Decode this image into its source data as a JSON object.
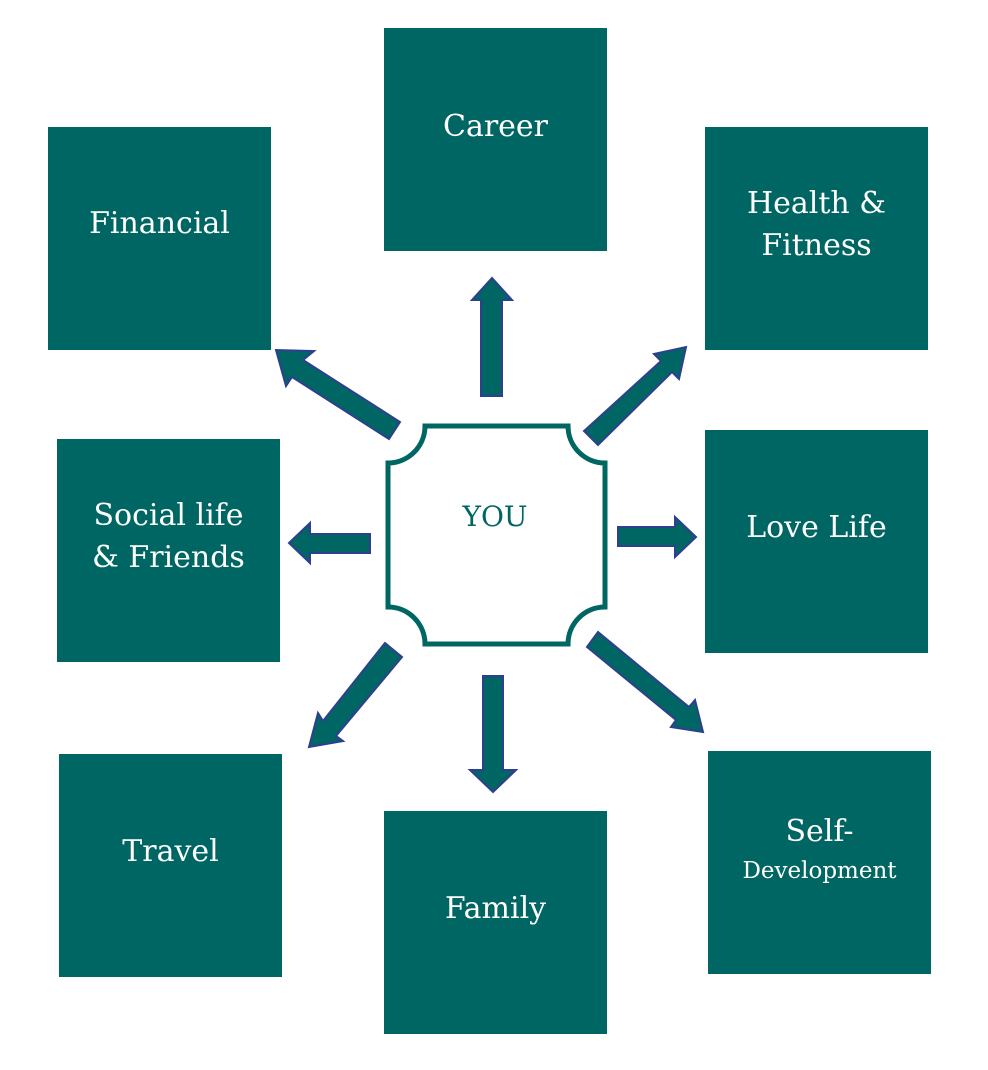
{
  "center": {
    "label": "YOU"
  },
  "colors": {
    "box": "#006663",
    "arrow_fill": "#006663",
    "arrow_outline": "#2E3F8F"
  },
  "boxes": {
    "career": {
      "lines": [
        "Career"
      ]
    },
    "financial": {
      "lines": [
        "Financial"
      ]
    },
    "health": {
      "lines": [
        "Health &",
        "Fitness"
      ]
    },
    "social": {
      "lines": [
        "Social life",
        "& Friends"
      ]
    },
    "love": {
      "lines": [
        "Love Life"
      ]
    },
    "travel": {
      "lines": [
        "Travel"
      ]
    },
    "family": {
      "lines": [
        "Family"
      ]
    },
    "self": {
      "lines": [
        "Self-",
        "Development"
      ]
    }
  }
}
